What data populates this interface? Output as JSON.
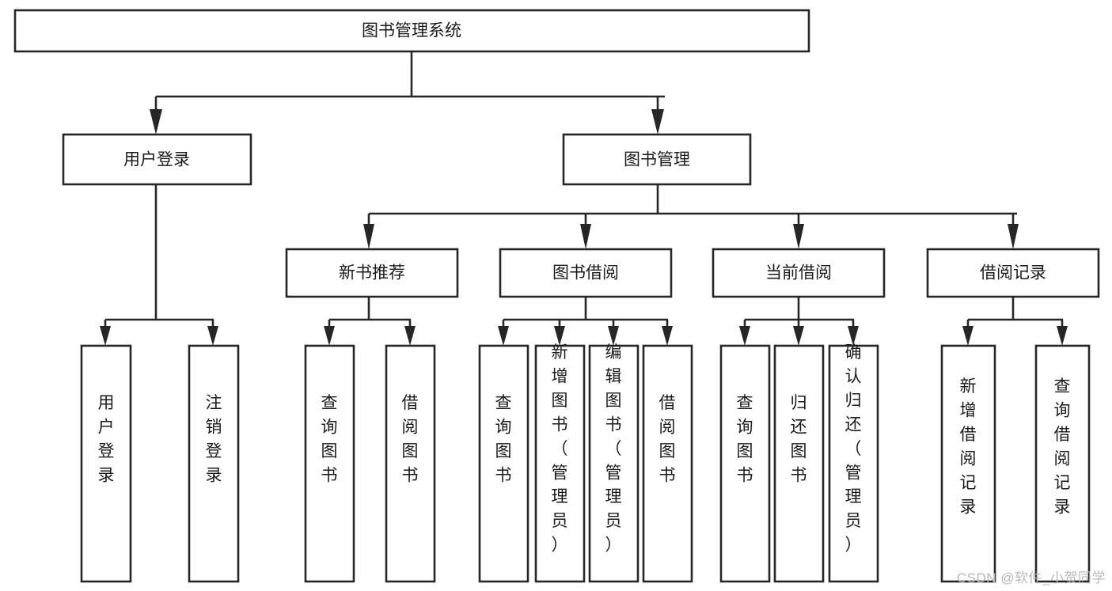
{
  "diagram": {
    "title": "图书管理系统",
    "type": "tree-hierarchy",
    "orientation": "top-down",
    "colors": {
      "box_fill": "#ffffff",
      "box_stroke": "#262626",
      "text": "#1a1a1a",
      "background": "#ffffff",
      "watermark": "#b8b8b8"
    },
    "root": {
      "label": "图书管理系统"
    },
    "level2": [
      {
        "label": "用户登录"
      },
      {
        "label": "图书管理"
      }
    ],
    "level3": [
      {
        "label": "新书推荐"
      },
      {
        "label": "图书借阅"
      },
      {
        "label": "当前借阅"
      },
      {
        "label": "借阅记录"
      }
    ],
    "leaves_user_login": [
      {
        "label": "用户登录"
      },
      {
        "label": "注销登录"
      }
    ],
    "leaves_new_book": [
      {
        "label": "查询图书"
      },
      {
        "label": "借阅图书"
      }
    ],
    "leaves_borrow": [
      {
        "label": "查询图书"
      },
      {
        "label": "新增图书（管理员）"
      },
      {
        "label": "编辑图书（管理员）"
      },
      {
        "label": "借阅图书"
      }
    ],
    "leaves_current": [
      {
        "label": "查询图书"
      },
      {
        "label": "归还图书"
      },
      {
        "label": "确认归还（管理员）"
      }
    ],
    "leaves_records": [
      {
        "label": "新增借阅记录"
      },
      {
        "label": "查询借阅记录"
      }
    ]
  },
  "watermark": {
    "text": "CSDN @软件_小贺同学"
  }
}
